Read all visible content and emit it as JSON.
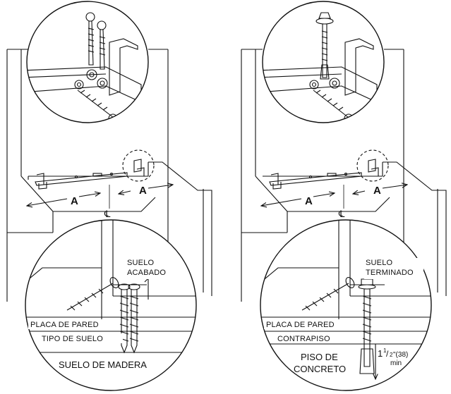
{
  "left_panel": {
    "dimension_left": "A",
    "dimension_right": "A",
    "centerline": "℄",
    "floor_label_line1": "SUELO",
    "floor_label_line2": "ACABADO",
    "wall_plate": "PLACA DE PARED",
    "floor_type": "TIPO DE SUELO",
    "base_floor": "SUELO DE MADERA"
  },
  "right_panel": {
    "dimension_left": "A",
    "dimension_right": "A",
    "centerline": "℄",
    "floor_label_line1": "SUELO",
    "floor_label_line2": "TERMINADO",
    "wall_plate": "PLACA DE PARED",
    "floor_type": "CONTRAPISO",
    "base_floor_line1": "PISO DE",
    "base_floor_line2": "CONCRETO",
    "depth_whole": "1",
    "depth_num": "1",
    "depth_den": "2",
    "depth_unit": "\"(38)",
    "depth_min": "min"
  }
}
